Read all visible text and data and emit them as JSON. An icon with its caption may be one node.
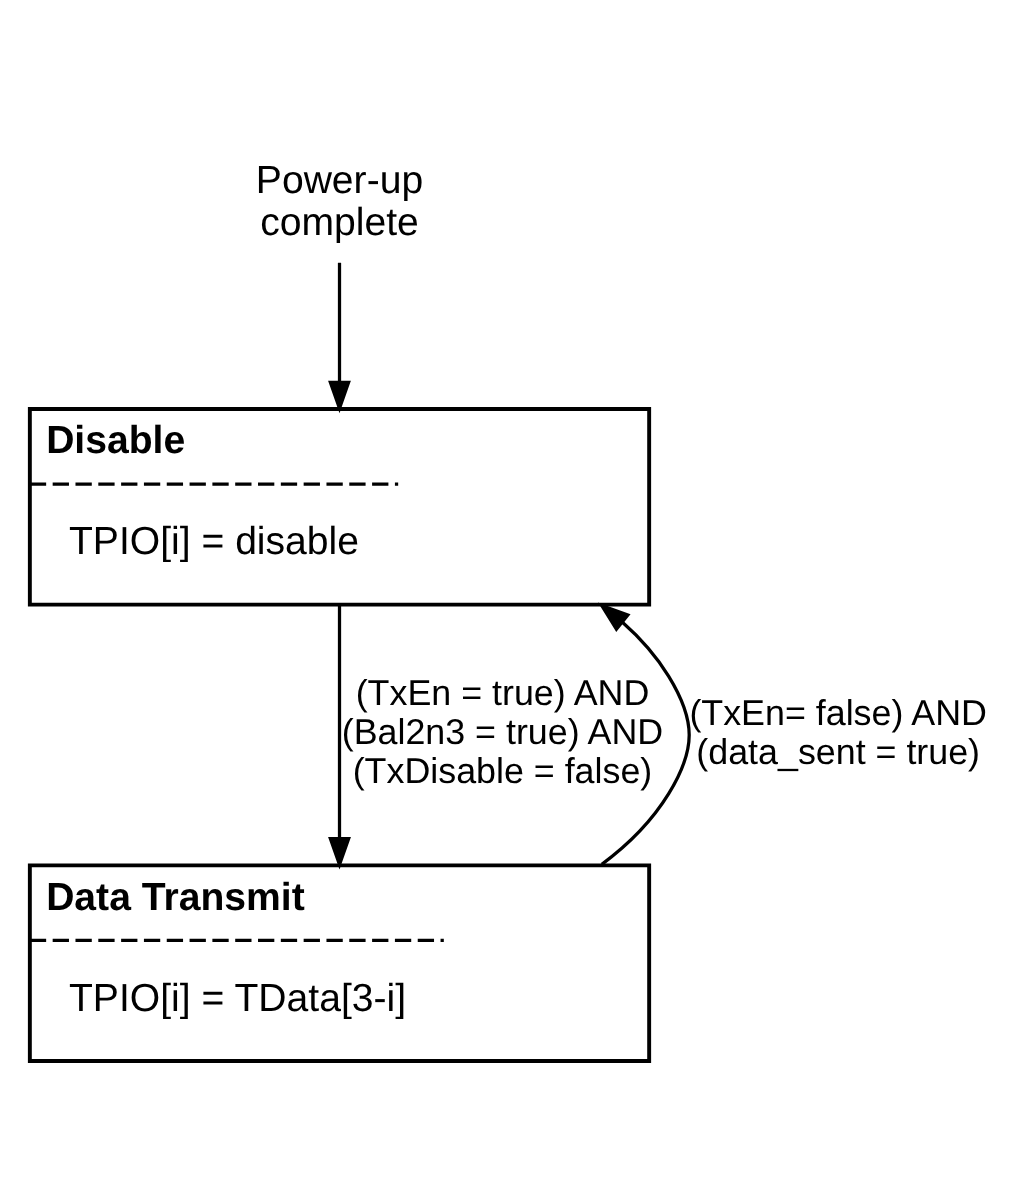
{
  "diagram": {
    "nodes": [
      {
        "text": [
          "Power-up complete"
        ]
      },
      {
        "text": [
          "Disable",
          "TPIO[i] = disable"
        ]
      },
      {
        "text": [
          "Data Transmit",
          "TPIO[i] = TData[3-i]"
        ]
      }
    ],
    "edges": [
      {
        "from": 0,
        "to": 1,
        "arrow": "to"
      },
      {
        "from": 1,
        "to": 2,
        "arrow": "to",
        "label": "(TxEn = true) AND (Bal2n3 = true) AND (TxDisable = false)"
      },
      {
        "from": 2,
        "to": 1,
        "arrow": "to",
        "label": "(TxEn= false) AND (data_sent = true)"
      }
    ]
  }
}
